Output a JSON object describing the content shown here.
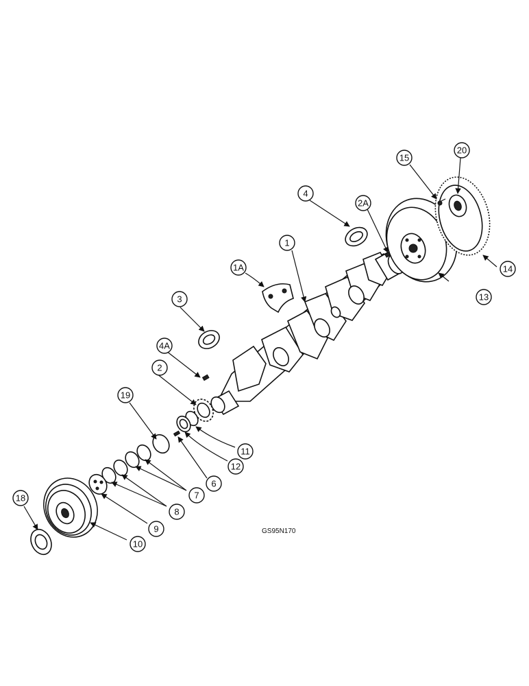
{
  "figure": {
    "code": "GS95N170",
    "callouts": [
      "1",
      "1A",
      "2",
      "2A",
      "3",
      "4",
      "4A",
      "6",
      "7",
      "8",
      "9",
      "10",
      "11",
      "12",
      "13",
      "14",
      "15",
      "18",
      "19",
      "20"
    ]
  },
  "colors": {
    "ink": "#111111",
    "background": "#ffffff"
  }
}
